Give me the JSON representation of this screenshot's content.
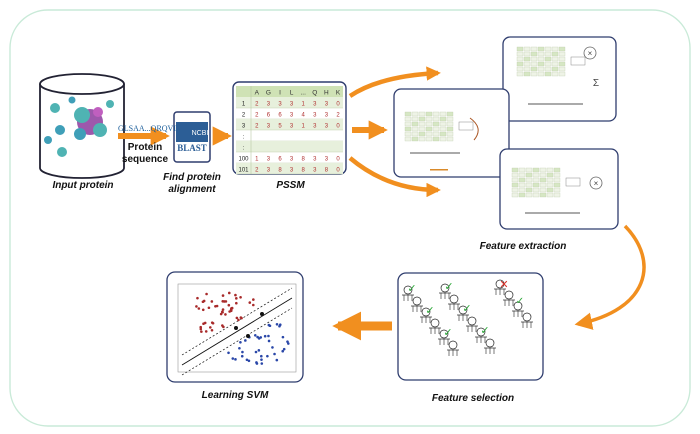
{
  "colors": {
    "arrow": "#f18f1f",
    "frame": "#c9ead8",
    "panel_border": "#2f3d6e",
    "pssm_header": "#cfe2b5",
    "pssm_row_alt": "#e7f0dc",
    "class_red": "#a82a2a",
    "class_blue": "#2a47a8",
    "check": "#2ea83a",
    "cross": "#d9342b"
  },
  "stages": {
    "input": {
      "caption": "Input protein"
    },
    "sequence": {
      "text": "GLSAA...QRQVI",
      "label_line1": "Protein",
      "label_line2": "sequence"
    },
    "alignment": {
      "ncbi": "NCBI",
      "blast": "BLAST",
      "caption_line1": "Find protein",
      "caption_line2": "alignment"
    },
    "pssm": {
      "caption": "PSSM",
      "headers": [
        "A",
        "G",
        "I",
        "L",
        "...",
        "Q",
        "H",
        "K"
      ],
      "rows": [
        {
          "index": "1",
          "values": [
            "2",
            "3",
            "3",
            "3",
            "1",
            "3",
            "3",
            "0"
          ]
        },
        {
          "index": "2",
          "values": [
            "2",
            "6",
            "6",
            "3",
            "4",
            "3",
            "3",
            "2"
          ]
        },
        {
          "index": "3",
          "values": [
            "2",
            "3",
            "5",
            "3",
            "1",
            "3",
            "3",
            "0"
          ]
        },
        {
          "index": ":",
          "values": [
            "",
            "",
            "",
            "",
            "",
            "",
            "",
            ""
          ]
        },
        {
          "index": ":",
          "values": [
            "",
            "",
            "",
            "",
            "",
            "",
            "",
            ""
          ]
        },
        {
          "index": "100",
          "values": [
            "1",
            "3",
            "6",
            "3",
            "8",
            "3",
            "3",
            "0"
          ]
        },
        {
          "index": "101",
          "values": [
            "2",
            "3",
            "8",
            "3",
            "8",
            "3",
            "8",
            "0"
          ]
        }
      ]
    },
    "feature_extraction": {
      "caption": "Feature extraction"
    },
    "feature_selection": {
      "caption": "Feature selection"
    },
    "svm": {
      "caption": "Learning SVM"
    }
  },
  "decor": {
    "sum_symbol": "Σ",
    "times_symbol": "×",
    "check_mark": "✓",
    "cross_mark": "✕"
  }
}
